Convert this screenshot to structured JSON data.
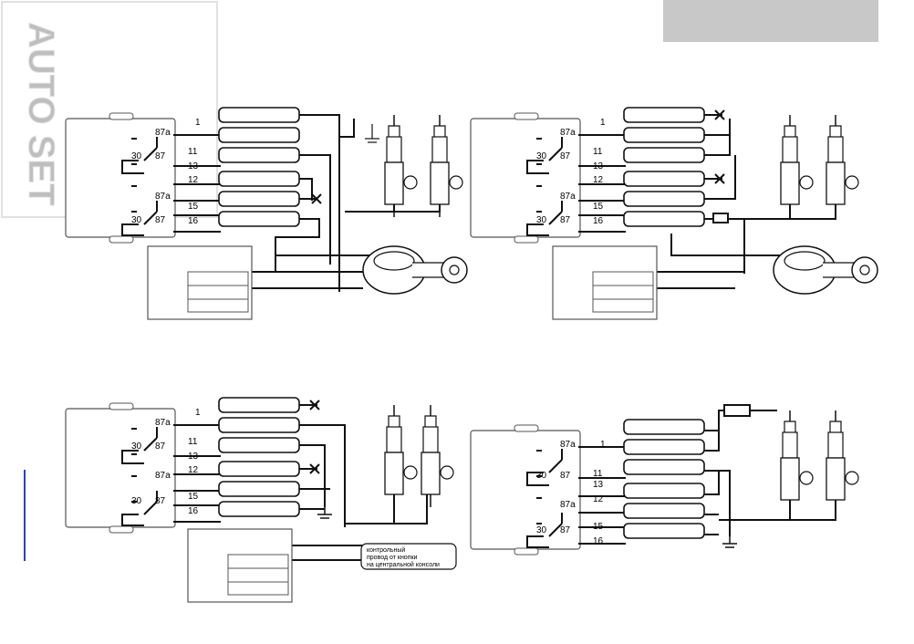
{
  "watermark": {
    "text": "AUTO SET"
  },
  "relay": {
    "r1_87a": "87a",
    "r1_30": "30",
    "r1_87": "87",
    "r2_87a": "87a",
    "r2_30": "30",
    "r2_87": "87"
  },
  "pins": {
    "p1": "1",
    "p11": "11",
    "p13": "13",
    "p12": "12",
    "p15": "15",
    "p16": "16"
  },
  "callout": {
    "line1": "контрольный",
    "line2": "провод от кнопки",
    "line3": "на центральной консоли"
  },
  "colors": {
    "ink": "#1a1a1a",
    "header_block": "#c8c8c8",
    "side_line": "#2b3fc2"
  }
}
